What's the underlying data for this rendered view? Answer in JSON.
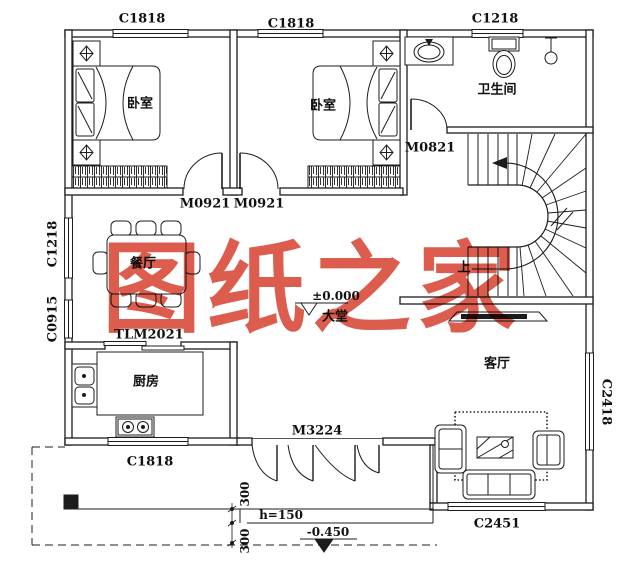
{
  "watermark": {
    "text": "图纸之家",
    "color": "#d6402e"
  },
  "colors": {
    "line": "#1c1c1c",
    "background": "#ffffff",
    "watermark_red": "#d6402e"
  },
  "labels": {
    "win_top_left": "C1818",
    "win_top_mid": "C1818",
    "win_top_right": "C1218",
    "win_left_upper": "C1218",
    "win_left_lower": "C0915",
    "win_right": "C2418",
    "win_kitchen": "C1818",
    "win_living": "C2451",
    "door_bed1": "M0921",
    "door_bed2": "M0921",
    "door_bath": "M0821",
    "door_kitchen_sliding": "TLM2021",
    "door_entry": "M3224",
    "room_bed1": "卧室",
    "room_bed2": "卧室",
    "room_bath": "卫生间",
    "room_dining": "餐厅",
    "room_kitchen": "厨房",
    "room_living": "客厅",
    "room_hall": "大堂",
    "stair_up": "上",
    "level_zero": "±0.000",
    "level_entry": "-0.450",
    "step_height": "h=150",
    "dim_300_a": "300",
    "dim_300_b": "300"
  }
}
